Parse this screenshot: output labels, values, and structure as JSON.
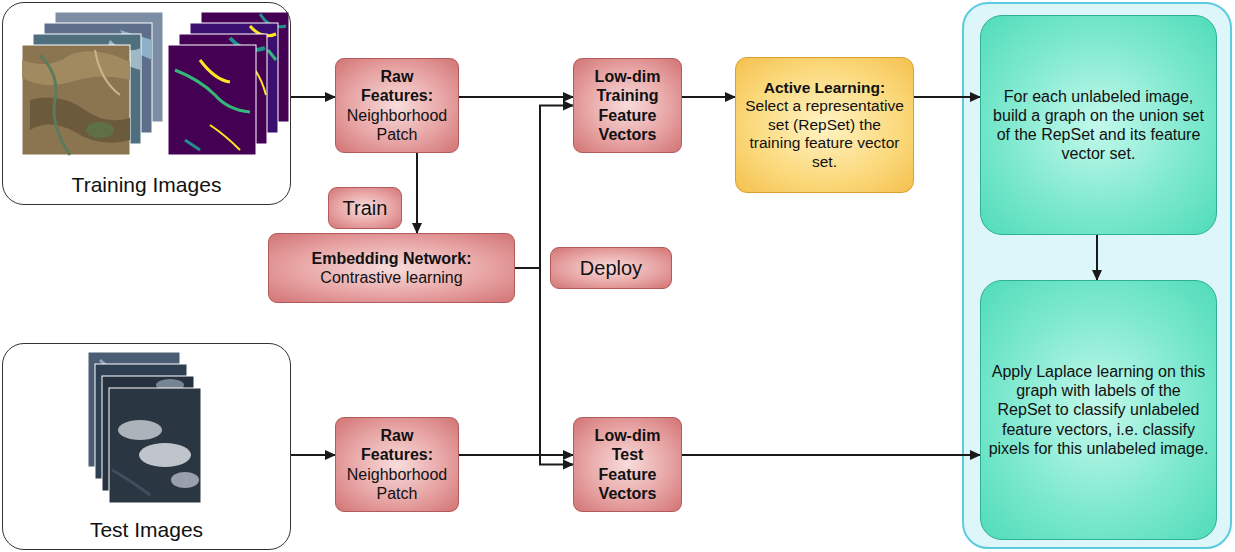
{
  "diagram": {
    "nodes": [
      {
        "text": [
          "Training Images"
        ]
      },
      {
        "text": [
          "Raw Features:",
          "Neighborhood Patch"
        ]
      },
      {
        "text": [
          "Low-dim Training Feature Vectors"
        ]
      },
      {
        "text": [
          "Active Learning:",
          "Select a representative set (RepSet) the training feature vector set."
        ]
      },
      {
        "text": [
          "For each unlabeled image, build a graph on the union set of the RepSet and its feature vector set."
        ]
      },
      {
        "text": [
          "Train"
        ]
      },
      {
        "text": [
          "Embedding Network:",
          "Contrastive learning"
        ]
      },
      {
        "text": [
          "Deploy"
        ]
      },
      {
        "text": [
          "Apply Laplace learning on this graph with labels of the RepSet to classify unlabeled feature vectors, i.e. classify pixels for this unlabeled image."
        ]
      },
      {
        "text": [
          "Test Images"
        ]
      },
      {
        "text": [
          "Raw Features:",
          "Neighborhood Patch"
        ]
      },
      {
        "text": [
          "Low-dim Test Feature Vectors"
        ]
      }
    ],
    "edges": [
      {
        "from": 0,
        "to": 1,
        "arrow": "to"
      },
      {
        "from": 1,
        "to": 2,
        "arrow": "to"
      },
      {
        "from": 1,
        "to": 6,
        "arrow": "to"
      },
      {
        "from": 6,
        "to": 2,
        "arrow": "to"
      },
      {
        "from": 6,
        "to": 11,
        "arrow": "to"
      },
      {
        "from": 2,
        "to": 3,
        "arrow": "to"
      },
      {
        "from": 3,
        "to": 4,
        "arrow": "to"
      },
      {
        "from": 4,
        "to": 8,
        "arrow": "to"
      },
      {
        "from": 9,
        "to": 10,
        "arrow": "to"
      },
      {
        "from": 10,
        "to": 11,
        "arrow": "to"
      },
      {
        "from": 11,
        "to": 8,
        "arrow": "to"
      }
    ]
  }
}
